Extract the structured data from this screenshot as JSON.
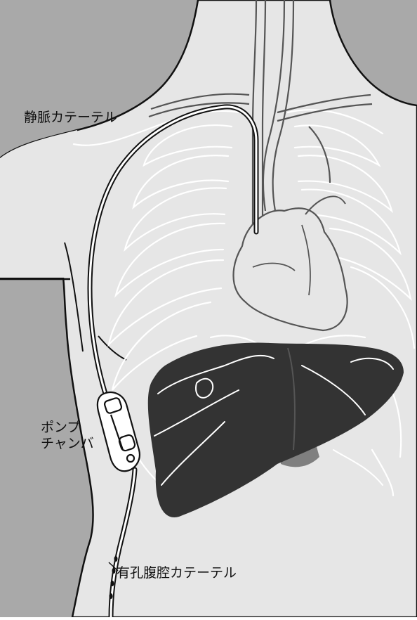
{
  "labels": {
    "venous_catheter": "静脈カテーテル",
    "pump_chamber_line1": "ポンプ",
    "pump_chamber_line2": "チャンバ",
    "peritoneal_catheter": "有孔腹腔カテーテル"
  },
  "colors": {
    "background": "#a9a9a9",
    "body": "#e6e6e6",
    "outline": "#111111",
    "liver": "#333333",
    "gallbladder": "#7f7f7f",
    "bones": "#ffffff",
    "vessels": "#555555"
  }
}
